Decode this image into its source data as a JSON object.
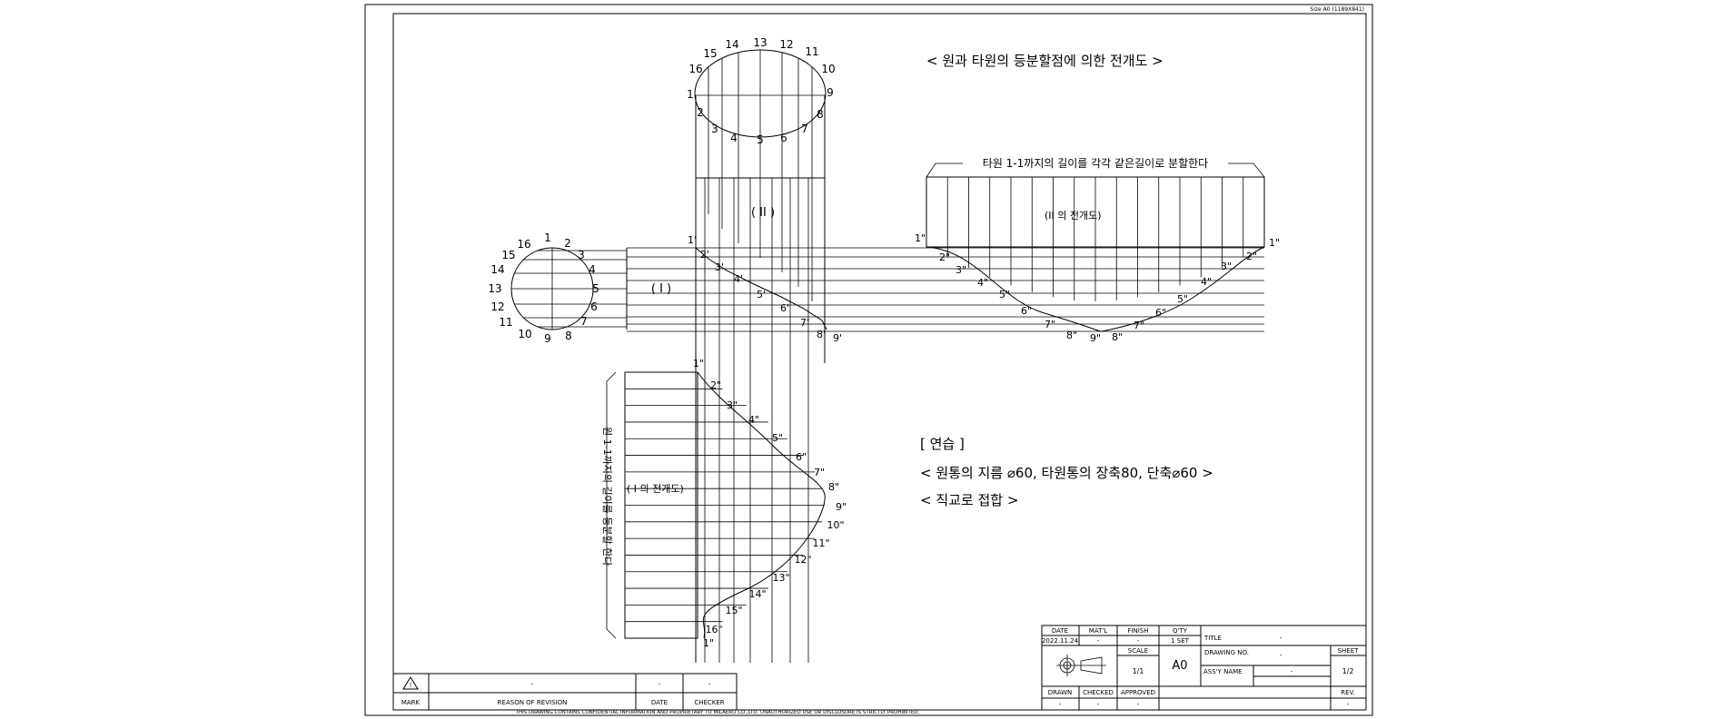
{
  "size_tag": "Size A0 (1189X841)",
  "titles": {
    "main": "< 원과 타원의 등분할점에 의한 전개도 >",
    "ellipse_note": "타원 1-1까지의 길이를 각각 같은길이로 분할한다",
    "side_note": "원 1-1까지의 길이를 등분할 한다",
    "label_I": "( I )",
    "label_II": "( II )",
    "dev_I": "( I 의 전개도)",
    "dev_II": "(II 의 전개도)"
  },
  "practice": {
    "heading": "[ 연습 ]",
    "line1": "<  원통의 지름 ⌀60, 타원통의 장축80, 단축⌀60 >",
    "line2": "< 직교로 접합 >"
  },
  "ellipse_labels": [
    "1",
    "2",
    "3",
    "4",
    "5",
    "6",
    "7",
    "8",
    "9",
    "10",
    "11",
    "12",
    "13",
    "14",
    "15",
    "16"
  ],
  "circle_labels": [
    "1",
    "2",
    "3",
    "4",
    "5",
    "6",
    "7",
    "8",
    "9",
    "10",
    "11",
    "12",
    "13",
    "14",
    "15",
    "16"
  ],
  "junction_labels": [
    "1'",
    "2'",
    "3'",
    "4'",
    "5'",
    "6'",
    "7'",
    "8'",
    "9'"
  ],
  "dev2_labels": [
    "1\"",
    "2\"",
    "3\"",
    "4\"",
    "5\"",
    "6\"",
    "7\"",
    "8\"",
    "9\"",
    "8\"",
    "7\"",
    "6\"",
    "5\"",
    "4\"",
    "3\"",
    "2\"",
    "1\""
  ],
  "dev1_labels": [
    "1\"",
    "2\"",
    "3\"",
    "4\"",
    "5\"",
    "6\"",
    "7\"",
    "8\"",
    "9\"",
    "10\"",
    "11\"",
    "12\"",
    "13\"",
    "14\"",
    "15\"",
    "16\"",
    "1\""
  ],
  "revision": {
    "mark_header": "MARK",
    "reason_header": "REASON OF REVISION",
    "date_header": "DATE",
    "checker_header": "CHECKER",
    "reason_value": "-",
    "date_value": "-",
    "checker_value": "-",
    "warning_icon": "warning-triangle-icon"
  },
  "confidential": "THIS DRAWING CONTAINS CONFIDENTIAL INFORMATION AND PROPRIETARY TO MILAERO CO.,LTD. UNAUTHORIZED USE OR DISCLOSURE IS STRICTLY PROHIBITED.",
  "title_block": {
    "date_label": "DATE",
    "date_value": "2022.11.24",
    "matl_label": "MAT'L",
    "matl_value": "-",
    "finish_label": "FINISH",
    "finish_value": "-",
    "qty_label": "Q'TY",
    "qty_value": "1 SET",
    "title_label": "TITLE",
    "title_value": "-",
    "scale_label": "SCALE",
    "scale_value": "1/1",
    "size_value": "A0",
    "drawing_no_label": "DRAWING NO.",
    "drawing_no_value": "-",
    "sheet_label": "SHEET",
    "sheet_value": "1/2",
    "assy_label": "ASS'Y NAME",
    "assy_value": "-",
    "rev_label": "REV.",
    "rev_value": "-",
    "drawn_label": "DRAWN",
    "drawn_value": "-",
    "checked_label": "CHECKED",
    "checked_value": "-",
    "approved_label": "APPROVED",
    "approved_value": "-",
    "projection_icon": "first-angle-projection-icon"
  }
}
